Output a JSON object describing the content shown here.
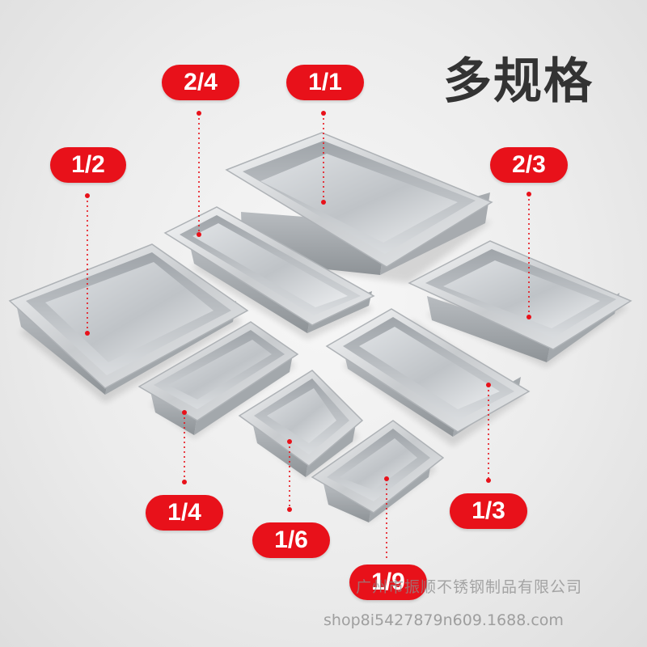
{
  "title": "多规格",
  "size_labels": {
    "full": "1/1",
    "two_fourths": "2/4",
    "half": "1/2",
    "two_thirds": "2/3",
    "quarter": "1/4",
    "third": "1/3",
    "sixth": "1/6",
    "ninth": "1/9"
  },
  "watermark": {
    "company": "广州市振顺不锈钢制品有限公司",
    "url": "shop8i5427879n609.1688.com"
  },
  "colors": {
    "tag_red": "#e8111a",
    "steel": "#c9ccd0"
  }
}
